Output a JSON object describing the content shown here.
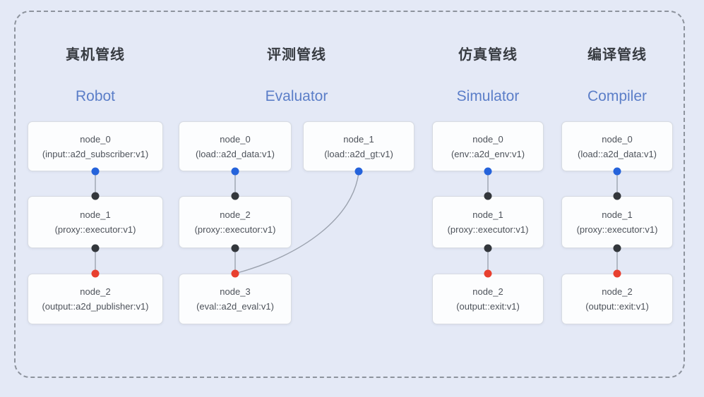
{
  "colors": {
    "canvas_bg": "#e4e9f6",
    "frame_border": "#8d939d",
    "edge": "#9ba2ae",
    "title_cn": "#383c42",
    "title_en": "#5b7ec8",
    "node_text": "#4d525a",
    "port_blue": "#2563db",
    "port_dark": "#33373c",
    "port_red": "#e8402f"
  },
  "pipelines": [
    {
      "title_cn": "真机管线",
      "title_en": "Robot",
      "nodes": [
        {
          "name": "node_0",
          "type": "(input::a2d_subscriber:v1)"
        },
        {
          "name": "node_1",
          "type": "(proxy::executor:v1)"
        },
        {
          "name": "node_2",
          "type": "(output::a2d_publisher:v1)"
        }
      ]
    },
    {
      "title_cn": "评测管线",
      "title_en": "Evaluator",
      "nodes": [
        {
          "name": "node_0",
          "type": "(load::a2d_data:v1)"
        },
        {
          "name": "node_1",
          "type": "(load::a2d_gt:v1)"
        },
        {
          "name": "node_2",
          "type": "(proxy::executor:v1)"
        },
        {
          "name": "node_3",
          "type": "(eval::a2d_eval:v1)"
        }
      ]
    },
    {
      "title_cn": "仿真管线",
      "title_en": "Simulator",
      "nodes": [
        {
          "name": "node_0",
          "type": "(env::a2d_env:v1)"
        },
        {
          "name": "node_1",
          "type": "(proxy::executor:v1)"
        },
        {
          "name": "node_2",
          "type": "(output::exit:v1)"
        }
      ]
    },
    {
      "title_cn": "编译管线",
      "title_en": "Compiler",
      "nodes": [
        {
          "name": "node_0",
          "type": "(load::a2d_data:v1)"
        },
        {
          "name": "node_1",
          "type": "(proxy::executor:v1)"
        },
        {
          "name": "node_2",
          "type": "(output::exit:v1)"
        }
      ]
    }
  ]
}
